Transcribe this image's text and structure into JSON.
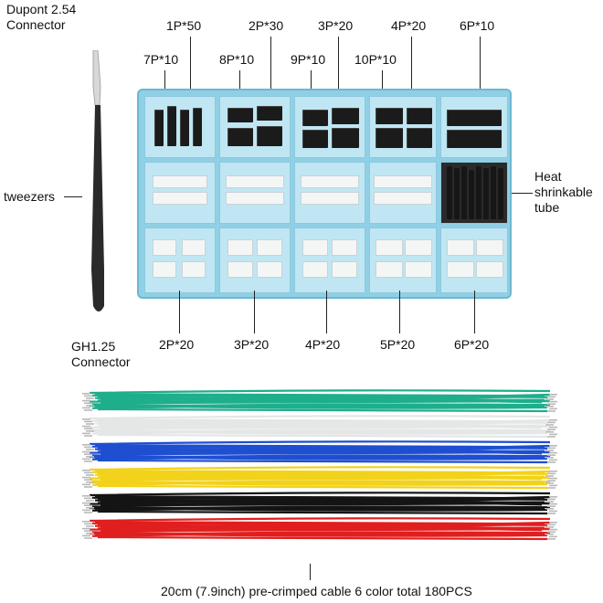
{
  "labels": {
    "dupont": [
      "Dupont 2.54",
      "Connector"
    ],
    "gh": [
      "GH1.25",
      "Connector"
    ],
    "tweezers": "tweezers",
    "heat": [
      "Heat",
      "shrinkable",
      "tube"
    ],
    "cable": "20cm (7.9inch) pre-crimped cable 6 color total 180PCS"
  },
  "top_row_labels": [
    "1P*50",
    "2P*30",
    "3P*20",
    "4P*20",
    "6P*10"
  ],
  "second_row_labels": [
    "7P*10",
    "8P*10",
    "9P*10",
    "10P*10"
  ],
  "bottom_labels": [
    "2P*20",
    "3P*20",
    "4P*20",
    "5P*20",
    "6P*20"
  ],
  "colors": {
    "box": "#8fd0e6",
    "wire_colors": [
      "#1fae8c",
      "#e9eceb",
      "#1f4fd0",
      "#f2d21a",
      "#141414",
      "#e01f1f"
    ]
  }
}
